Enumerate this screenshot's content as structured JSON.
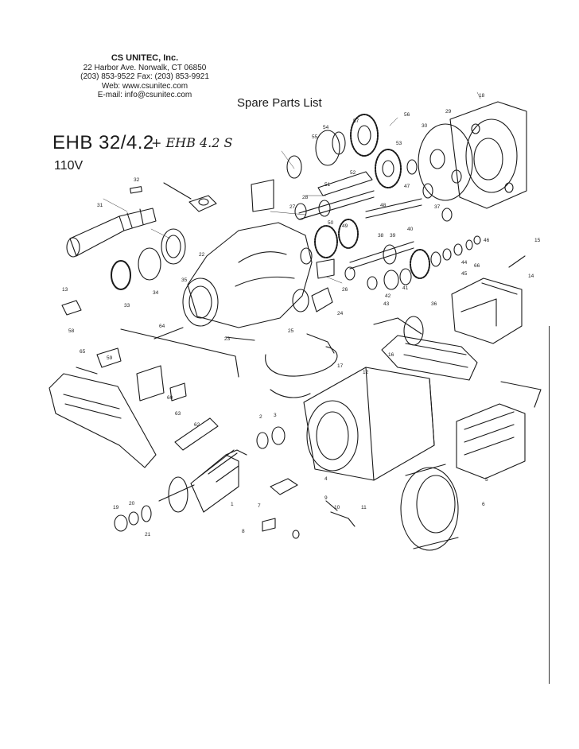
{
  "header": {
    "company": "CS UNITEC, Inc.",
    "address": "22 Harbor Ave. Norwalk, CT 06850",
    "phone_fax": "(203) 853-9522   Fax: (203) 853-9921",
    "web": "Web: www.csunitec.com",
    "email": "E-mail: info@csunitec.com"
  },
  "title": "Spare Parts List",
  "model": "EHB 32/4.2",
  "model_handwritten": "+ EHB 4.2 S",
  "voltage": "110V",
  "part_labels": [
    {
      "id": "p1",
      "text": "1"
    },
    {
      "id": "p2",
      "text": "2"
    },
    {
      "id": "p3",
      "text": "3"
    },
    {
      "id": "p4",
      "text": "4"
    },
    {
      "id": "p5",
      "text": "5"
    },
    {
      "id": "p6",
      "text": "6"
    },
    {
      "id": "p7",
      "text": "7"
    },
    {
      "id": "p8",
      "text": "8"
    },
    {
      "id": "p9",
      "text": "9"
    },
    {
      "id": "p10",
      "text": "10"
    },
    {
      "id": "p11",
      "text": "11"
    },
    {
      "id": "p12",
      "text": "12"
    },
    {
      "id": "p13",
      "text": "13"
    },
    {
      "id": "p14",
      "text": "14"
    },
    {
      "id": "p15",
      "text": "15"
    },
    {
      "id": "p16",
      "text": "16"
    },
    {
      "id": "p17",
      "text": "17"
    },
    {
      "id": "p18",
      "text": "18"
    },
    {
      "id": "p19",
      "text": "19"
    },
    {
      "id": "p20",
      "text": "20"
    },
    {
      "id": "p21",
      "text": "21"
    },
    {
      "id": "p22",
      "text": "22"
    },
    {
      "id": "p23",
      "text": "23"
    },
    {
      "id": "p24",
      "text": "24"
    },
    {
      "id": "p25",
      "text": "25"
    },
    {
      "id": "p26",
      "text": "26"
    },
    {
      "id": "p27",
      "text": "27"
    },
    {
      "id": "p28",
      "text": "28"
    },
    {
      "id": "p29",
      "text": "29"
    },
    {
      "id": "p30",
      "text": "30"
    },
    {
      "id": "p31",
      "text": "31"
    },
    {
      "id": "p32",
      "text": "32"
    },
    {
      "id": "p33",
      "text": "33"
    },
    {
      "id": "p34",
      "text": "34"
    },
    {
      "id": "p35",
      "text": "35"
    },
    {
      "id": "p36",
      "text": "36"
    },
    {
      "id": "p37",
      "text": "37"
    },
    {
      "id": "p38",
      "text": "38"
    },
    {
      "id": "p39",
      "text": "39"
    },
    {
      "id": "p40",
      "text": "40"
    },
    {
      "id": "p41",
      "text": "41"
    },
    {
      "id": "p42",
      "text": "42"
    },
    {
      "id": "p43",
      "text": "43"
    },
    {
      "id": "p44",
      "text": "44"
    },
    {
      "id": "p45",
      "text": "45"
    },
    {
      "id": "p46",
      "text": "46"
    },
    {
      "id": "p47",
      "text": "47"
    },
    {
      "id": "p48",
      "text": "48"
    },
    {
      "id": "p49",
      "text": "49"
    },
    {
      "id": "p50",
      "text": "50"
    },
    {
      "id": "p51",
      "text": "51"
    },
    {
      "id": "p52",
      "text": "52"
    },
    {
      "id": "p53",
      "text": "53"
    },
    {
      "id": "p54",
      "text": "54"
    },
    {
      "id": "p55",
      "text": "55"
    },
    {
      "id": "p56",
      "text": "56"
    },
    {
      "id": "p57",
      "text": "57"
    },
    {
      "id": "p58",
      "text": "58"
    },
    {
      "id": "p59",
      "text": "59"
    },
    {
      "id": "p60",
      "text": "60"
    },
    {
      "id": "p62",
      "text": "62"
    },
    {
      "id": "p63",
      "text": "63"
    },
    {
      "id": "p64",
      "text": "64"
    },
    {
      "id": "p65",
      "text": "65"
    },
    {
      "id": "p66",
      "text": "66"
    }
  ]
}
